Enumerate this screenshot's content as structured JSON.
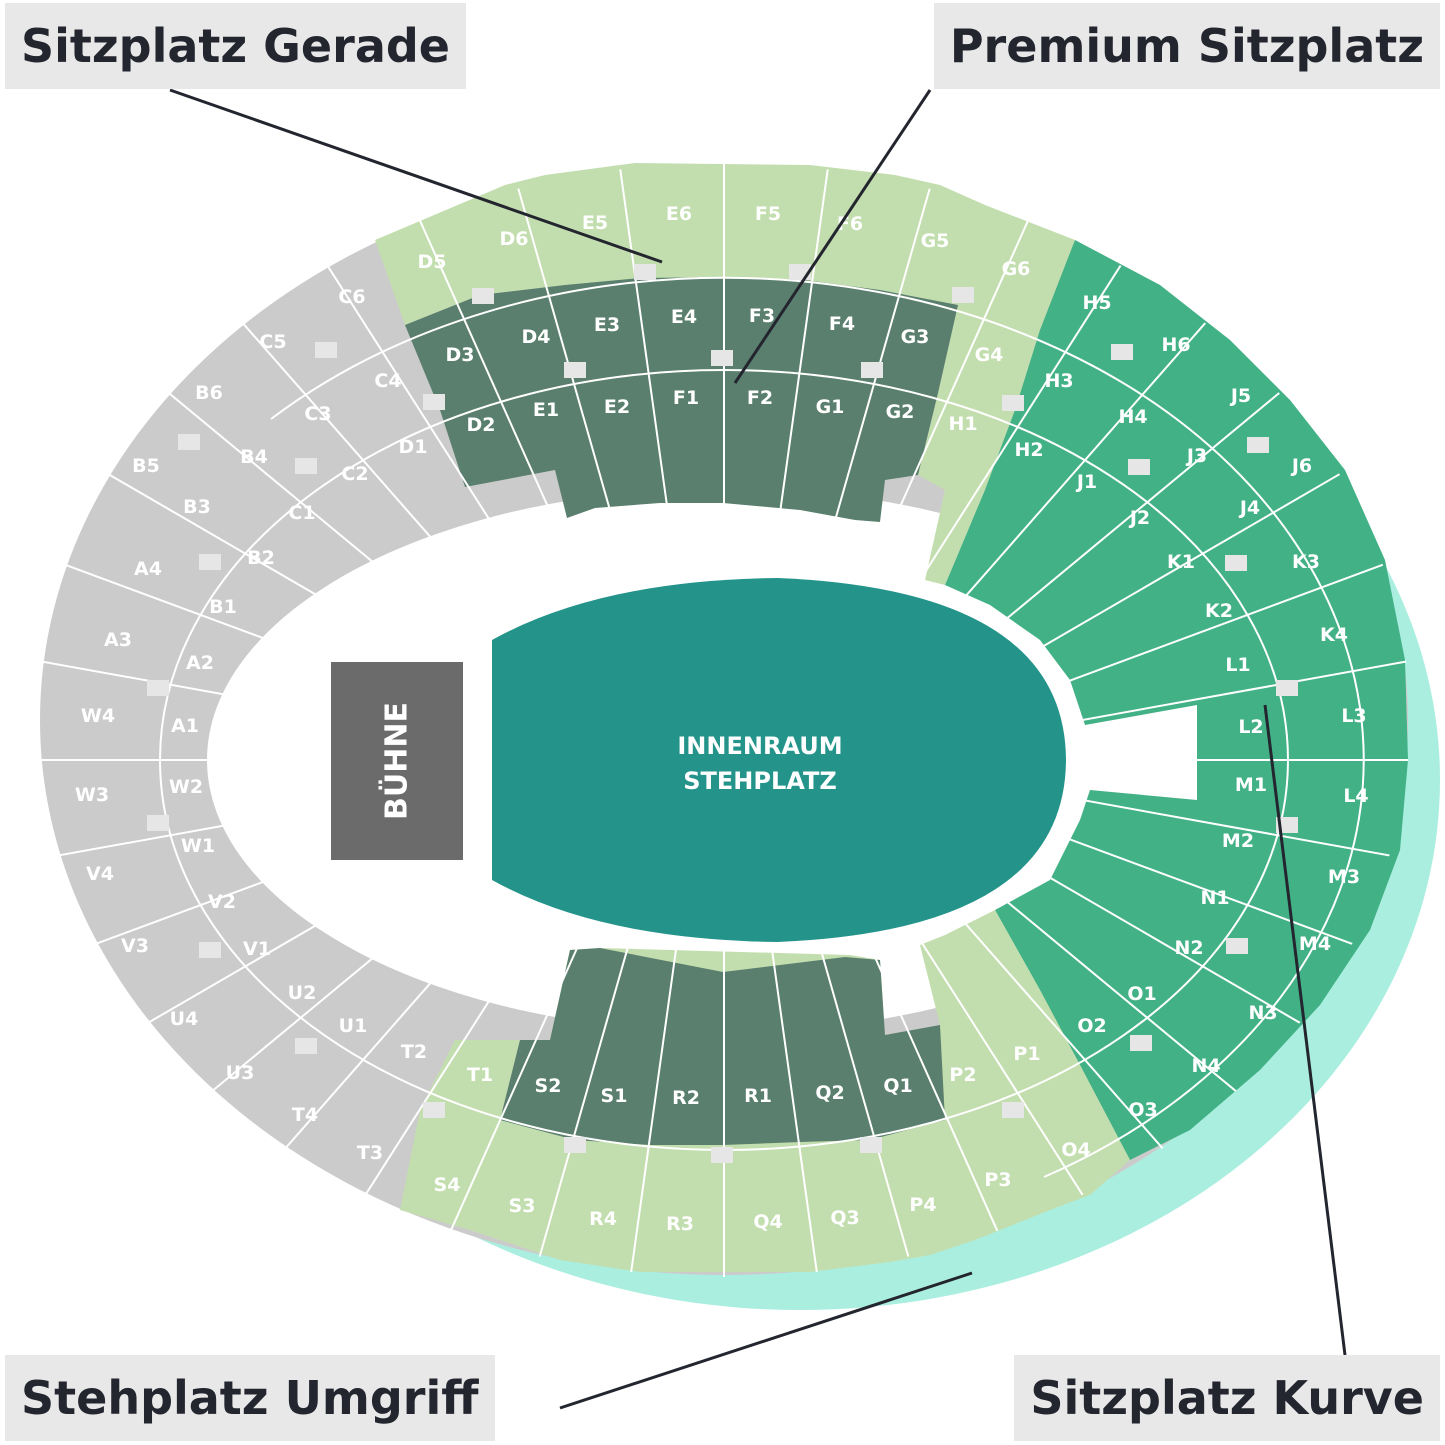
{
  "callouts": {
    "straight_seating": "Sitzplatz Gerade",
    "premium_seating": "Premium Sitzplatz",
    "standing_surround": "Stehplatz Umgriff",
    "curve_seating": "Sitzplatz Kurve"
  },
  "stage": {
    "label": "BÜHNE"
  },
  "field": {
    "line1": "INNENRAUM",
    "line2": "STEHPLATZ"
  },
  "colors": {
    "grey_zone": "#cbcbcb",
    "straight_zone": "#c3deae",
    "premium_zone": "#5a7f6e",
    "curve_zone": "#42b186",
    "standing_surround": "#aaeee0",
    "field": "#24948b",
    "stage": "#6b6b6b",
    "callout_bg": "#e8e8e8",
    "callout_text": "#23252f"
  },
  "sections": {
    "grey": [
      "C6",
      "C5",
      "C4",
      "C3",
      "B6",
      "B4",
      "C2",
      "D1",
      "B5",
      "B3",
      "C1",
      "A4",
      "B2",
      "B1",
      "A3",
      "A2",
      "W4",
      "A1",
      "W3",
      "W2",
      "W1",
      "V4",
      "V2",
      "V3",
      "V1",
      "U4",
      "U2",
      "U1",
      "U3",
      "T2",
      "T4",
      "T3"
    ],
    "straight": [
      "D5",
      "D6",
      "E5",
      "E6",
      "F5",
      "F6",
      "G5",
      "G6",
      "G4",
      "H1",
      "T1",
      "P2",
      "P1",
      "O4",
      "P3",
      "P4",
      "Q3",
      "Q4",
      "R3",
      "R4",
      "S3",
      "S4"
    ],
    "premium": [
      "D3",
      "D4",
      "E3",
      "E4",
      "F3",
      "F4",
      "G3",
      "D2",
      "E1",
      "E2",
      "F1",
      "F2",
      "G1",
      "G2",
      "S2",
      "S1",
      "R2",
      "R1",
      "Q2",
      "Q1"
    ],
    "curve": [
      "H5",
      "H6",
      "H3",
      "H4",
      "J5",
      "H2",
      "J1",
      "J3",
      "J6",
      "J2",
      "J4",
      "K1",
      "K3",
      "K2",
      "K4",
      "L1",
      "L2",
      "L3",
      "M1",
      "L4",
      "M2",
      "M3",
      "N1",
      "M4",
      "N2",
      "O1",
      "N3",
      "O2",
      "N4",
      "O3"
    ]
  }
}
